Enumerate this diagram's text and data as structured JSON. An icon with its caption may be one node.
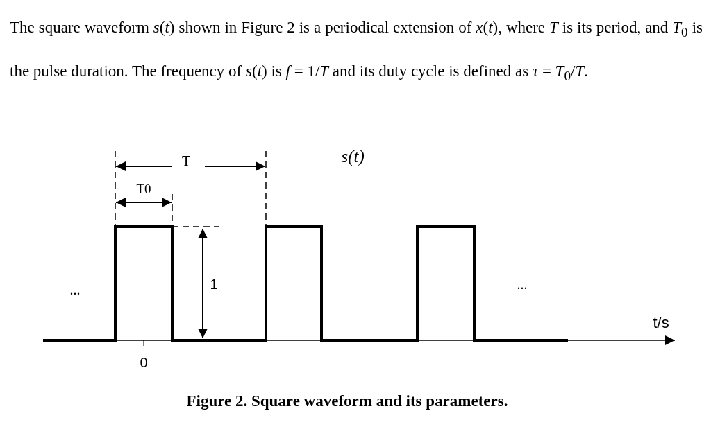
{
  "diagram": {
    "caption": "Figure 2. Square waveform and its parameters.",
    "labels": [
      "The square waveform *s*(*t*) shown in Figure 2 is a periodical extension of *x*(*t*), where *T* is its period, and *T*$_{0}$ is the pulse duration. The frequency of *s*(*t*) is *f* = 1/*T* and its duty cycle is defined as *τ* = *T*$_{0}$/*T*.",
      "T",
      "s(t)",
      "T0",
      "...",
      "1",
      "...",
      "t/s",
      "0"
    ]
  }
}
